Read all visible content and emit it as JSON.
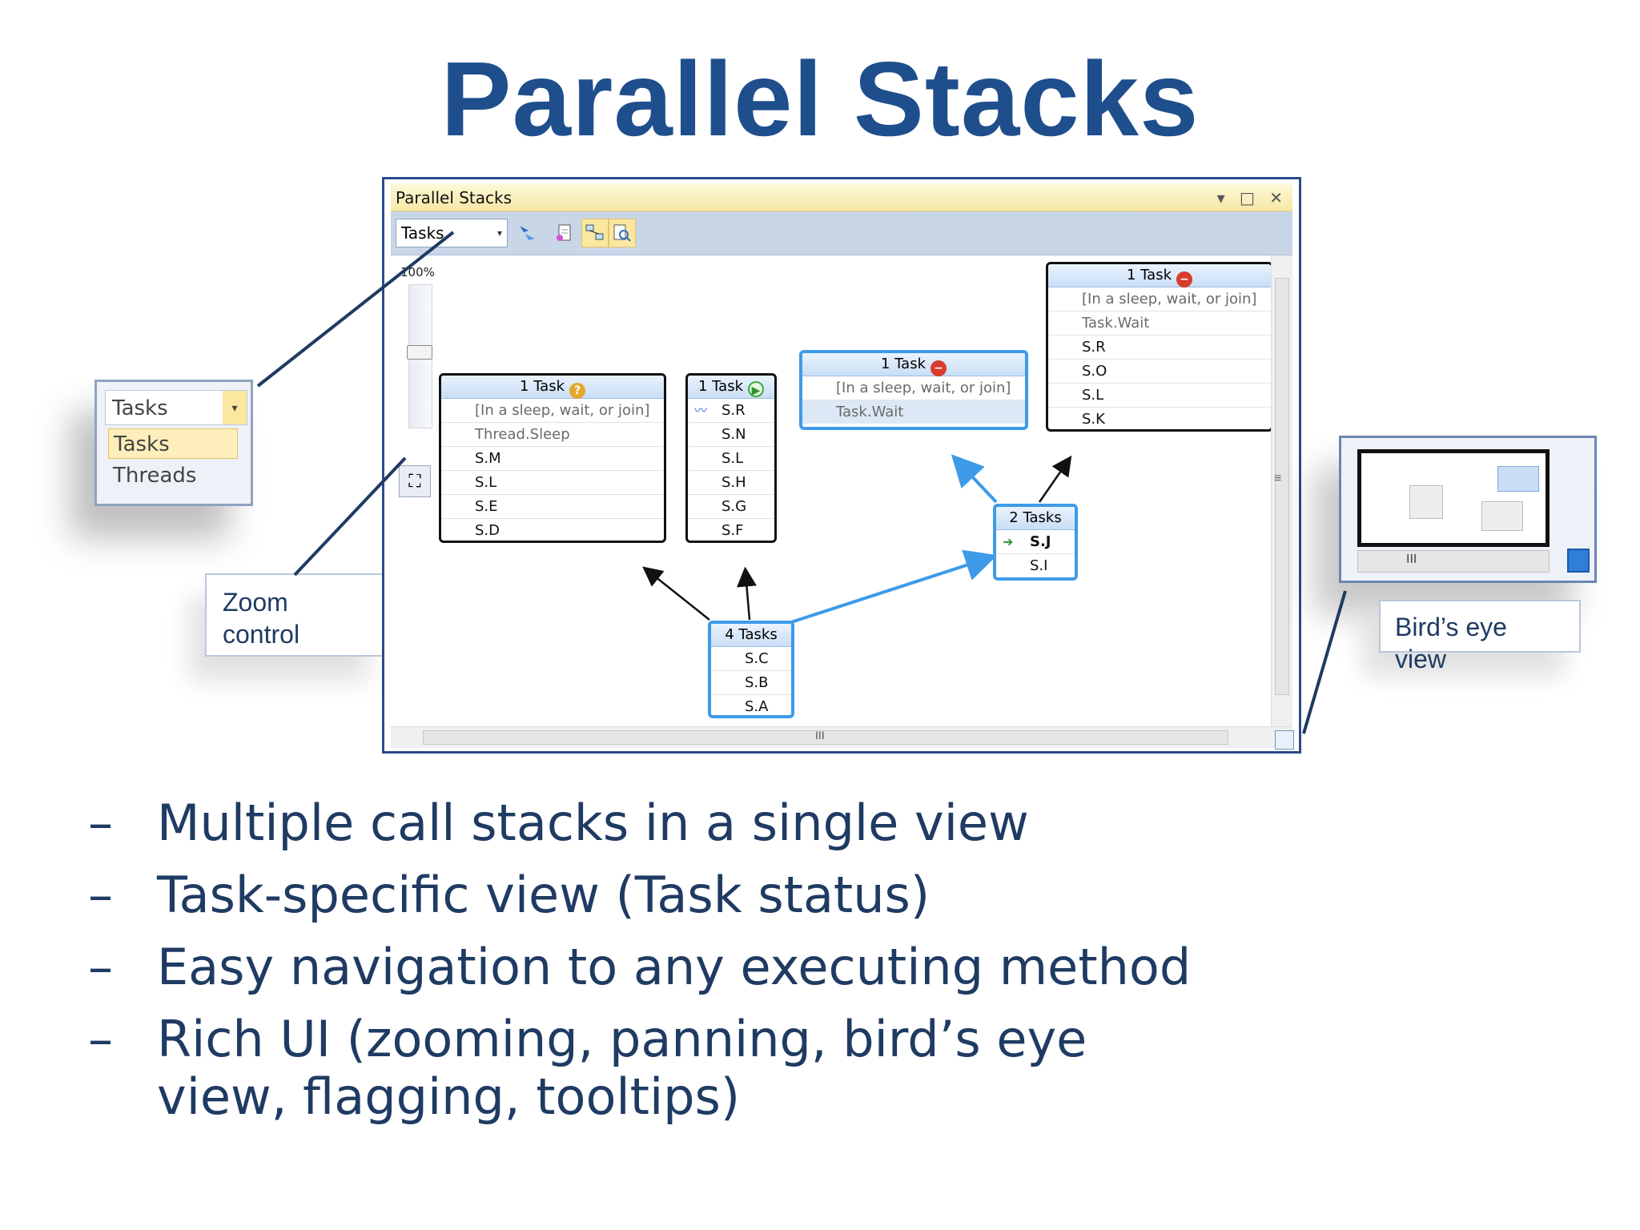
{
  "slide": {
    "title": "Parallel Stacks",
    "bullets": [
      "Multiple call stacks in a single view",
      "Task-specific view (Task status)",
      "Easy navigation to any executing method",
      "Rich UI (zooming, panning, bird’s eye view, flagging, tooltips)"
    ],
    "bullet_marker": "–"
  },
  "window": {
    "title": "Parallel Stacks",
    "controls": [
      "▾",
      "□",
      "✕"
    ],
    "view_combo": "Tasks",
    "toolbar_icons": [
      "toggle-method-view-icon",
      "export-icon",
      "auto-scroll-icon",
      "zoom-icon"
    ],
    "zoom_label": "100%",
    "scrollbar_grip": "III",
    "vscroll_grip": "≡"
  },
  "nodes": {
    "n1": {
      "header": "1 Task",
      "status": "waiting",
      "status_glyph": "?",
      "frames": [
        "[In a sleep, wait, or join]",
        "Thread.Sleep",
        "S.M",
        "S.L",
        "S.E",
        "S.D"
      ]
    },
    "n2": {
      "header": "1 Task",
      "status": "running",
      "status_glyph": "▶",
      "frames": [
        "S.R",
        "S.N",
        "S.L",
        "S.H",
        "S.G",
        "S.F"
      ]
    },
    "n3": {
      "header": "1 Task",
      "status": "deadlocked",
      "status_glyph": "−",
      "frames": [
        "[In a sleep, wait, or join]",
        "Task.Wait"
      ]
    },
    "n4": {
      "header": "1 Task",
      "status": "deadlocked",
      "status_glyph": "−",
      "frames": [
        "[In a sleep, wait, or join]",
        "Task.Wait",
        "S.R",
        "S.O",
        "S.L",
        "S.K"
      ]
    },
    "n5": {
      "header": "2 Tasks",
      "frames": [
        "S.J",
        "S.I"
      ]
    },
    "n6": {
      "header": "4 Tasks",
      "frames": [
        "S.C",
        "S.B",
        "S.A"
      ]
    }
  },
  "combo_callout": {
    "field": "Tasks",
    "options": [
      "Tasks",
      "Threads"
    ],
    "selected": "Tasks"
  },
  "labels": {
    "zoom": "Zoom control",
    "zoom_lines": [
      "Zoom",
      "control"
    ],
    "birds_eye": "Bird’s eye view"
  },
  "birds_eye": {
    "grip": "III"
  },
  "colors": {
    "title": "#1f4e8c",
    "text": "#1f3b63",
    "highlight_border": "#3d9be8",
    "window_border": "#2b4c8a"
  }
}
